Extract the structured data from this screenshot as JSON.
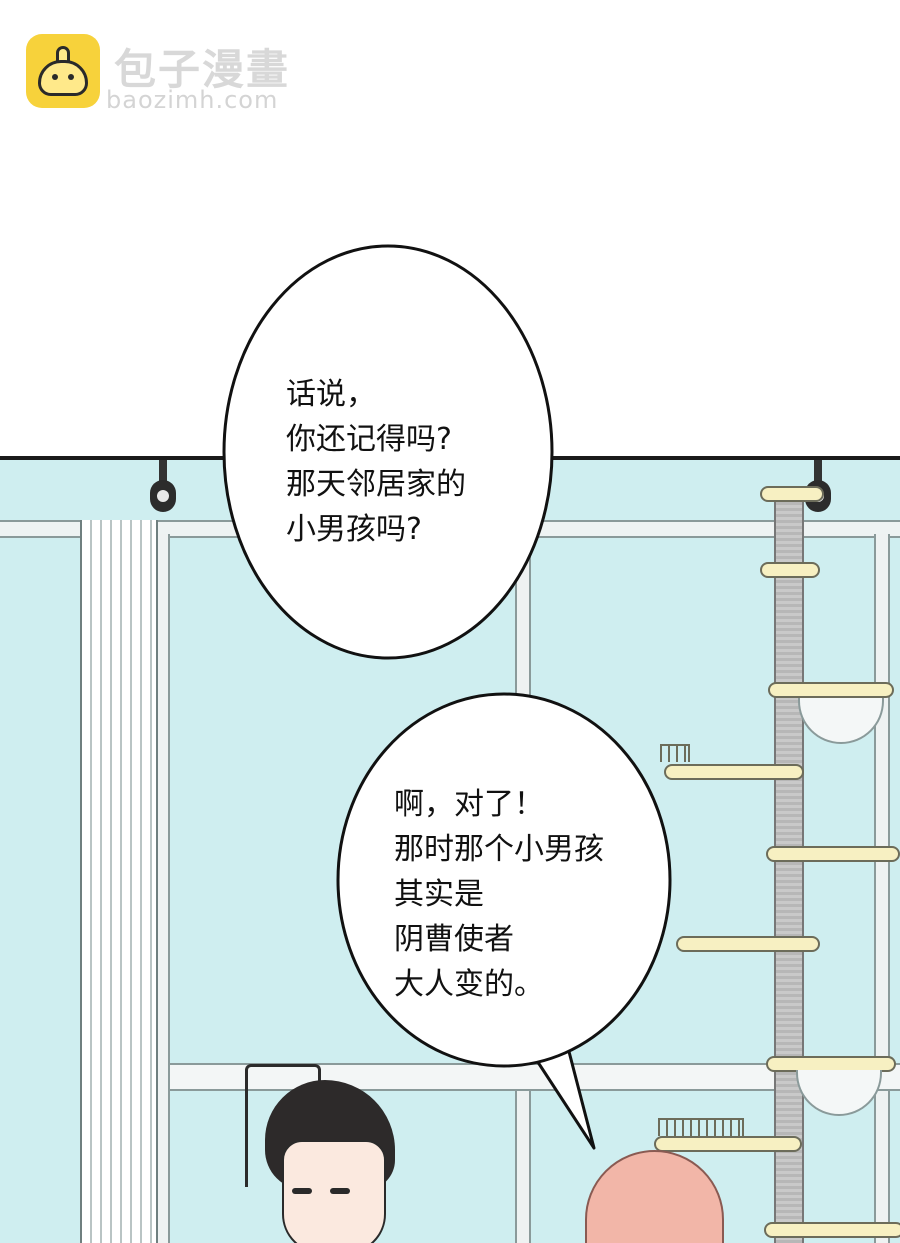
{
  "watermark": {
    "title": "包子漫畫",
    "url": "baozimh.com",
    "icon": "bun-icon",
    "accent": "#f7d23b"
  },
  "dialogue": {
    "bubble1": {
      "lines": [
        "话说，",
        "你还记得吗?",
        "那天邻居家的",
        "小男孩吗?"
      ]
    },
    "bubble2": {
      "lines": [
        "啊，对了！",
        "那时那个小男孩",
        "其实是",
        "阴曹使者",
        "大人变的。"
      ]
    }
  },
  "colors": {
    "window_glass": "#cfeef0",
    "cat_tree_platform": "#f7f0c2",
    "pink_hair": "#f2b6a8",
    "dark_hair": "#2d2a2a"
  }
}
